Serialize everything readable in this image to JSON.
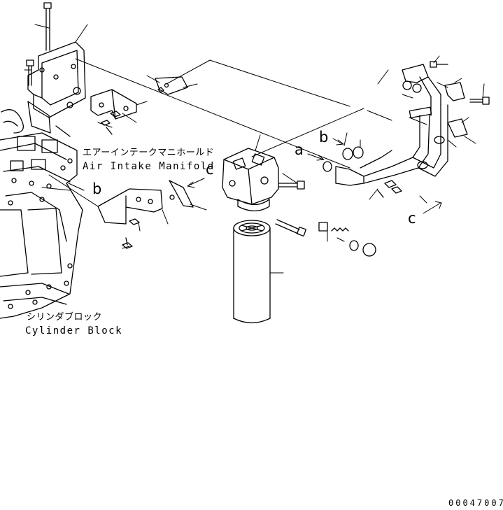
{
  "labels": {
    "air_intake_jp": "エアーインテークマニホールド",
    "air_intake_en": "Air Intake Manifold",
    "cylinder_block_jp": "シリンダブロック",
    "cylinder_block_en": "Cylinder Block",
    "drawing_number": "00047007"
  },
  "refs": {
    "a": "a",
    "b": "b",
    "c": "c"
  }
}
